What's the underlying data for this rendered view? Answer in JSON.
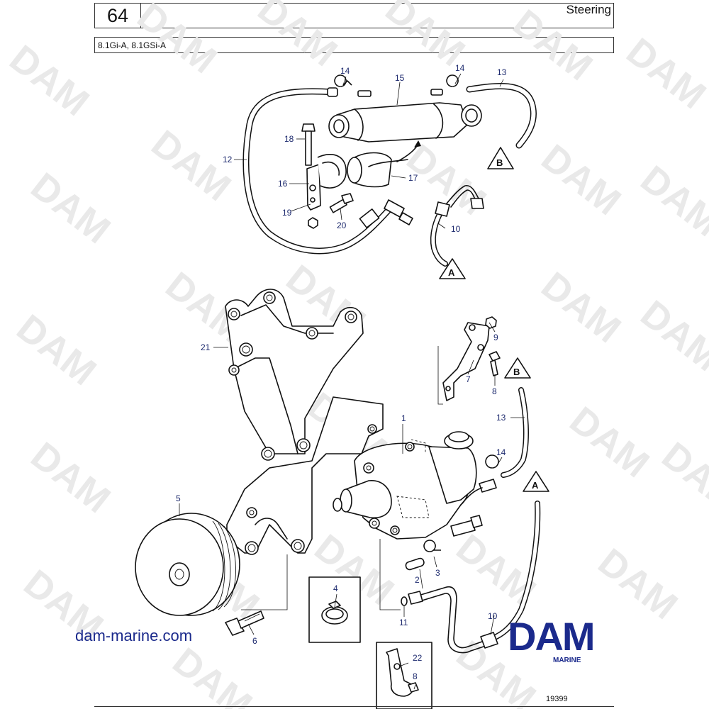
{
  "header": {
    "page_number": "64",
    "section_title": "Steering",
    "models": "8.1Gi-A, 8.1GSi-A"
  },
  "callouts": [
    {
      "id": "1",
      "label": "1"
    },
    {
      "id": "2",
      "label": "2"
    },
    {
      "id": "3",
      "label": "3"
    },
    {
      "id": "4",
      "label": "4"
    },
    {
      "id": "5",
      "label": "5"
    },
    {
      "id": "6",
      "label": "6"
    },
    {
      "id": "7",
      "label": "7"
    },
    {
      "id": "8a",
      "label": "8"
    },
    {
      "id": "8b",
      "label": "8"
    },
    {
      "id": "9",
      "label": "9"
    },
    {
      "id": "10a",
      "label": "10"
    },
    {
      "id": "10b",
      "label": "10"
    },
    {
      "id": "11",
      "label": "11"
    },
    {
      "id": "12",
      "label": "12"
    },
    {
      "id": "13a",
      "label": "13"
    },
    {
      "id": "13b",
      "label": "13"
    },
    {
      "id": "14a",
      "label": "14"
    },
    {
      "id": "14b",
      "label": "14"
    },
    {
      "id": "14c",
      "label": "14"
    },
    {
      "id": "15",
      "label": "15"
    },
    {
      "id": "16",
      "label": "16"
    },
    {
      "id": "17",
      "label": "17"
    },
    {
      "id": "18",
      "label": "18"
    },
    {
      "id": "19",
      "label": "19"
    },
    {
      "id": "20",
      "label": "20"
    },
    {
      "id": "21",
      "label": "21"
    },
    {
      "id": "22",
      "label": "22"
    }
  ],
  "references": {
    "A": "A",
    "B": "B"
  },
  "watermark": "DAM",
  "website": "dam-marine.com",
  "brand": {
    "name": "DAM",
    "subtitle": "MARINE",
    "color": "#1b2a8c"
  },
  "figure_id": "19399"
}
